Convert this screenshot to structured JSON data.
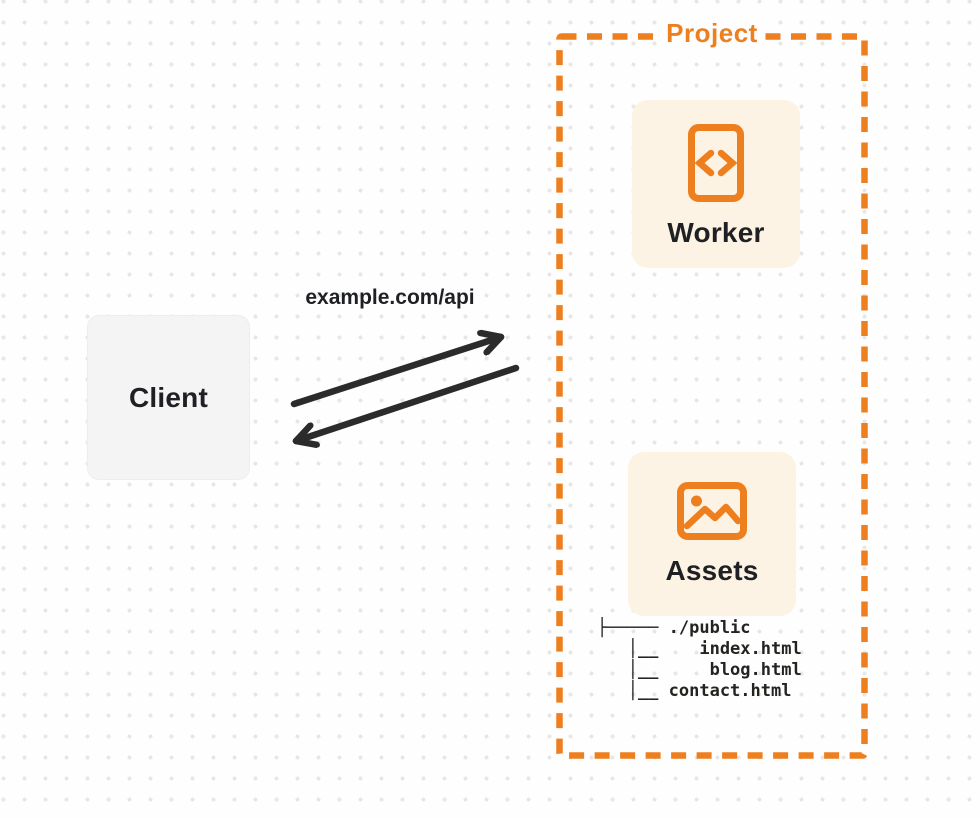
{
  "diagram": {
    "client": {
      "label": "Client"
    },
    "connection": {
      "request_label": "example.com/api"
    },
    "project": {
      "label": "Project",
      "worker": {
        "label": "Worker",
        "icon": "code-file-icon"
      },
      "assets": {
        "label": "Assets",
        "icon": "image-icon",
        "file_tree": [
          "├───── ./public",
          "   │__    index.html",
          "   │__     blog.html",
          "   │__ contact.html"
        ]
      }
    },
    "colors": {
      "accent_orange": "#ED7F1E",
      "card_cream": "#FCF3E4",
      "client_gray": "#F4F4F5",
      "arrow_dark": "#2B2B2B",
      "text_dark": "#1F2023",
      "dot_gray": "#E7E7E7"
    }
  }
}
